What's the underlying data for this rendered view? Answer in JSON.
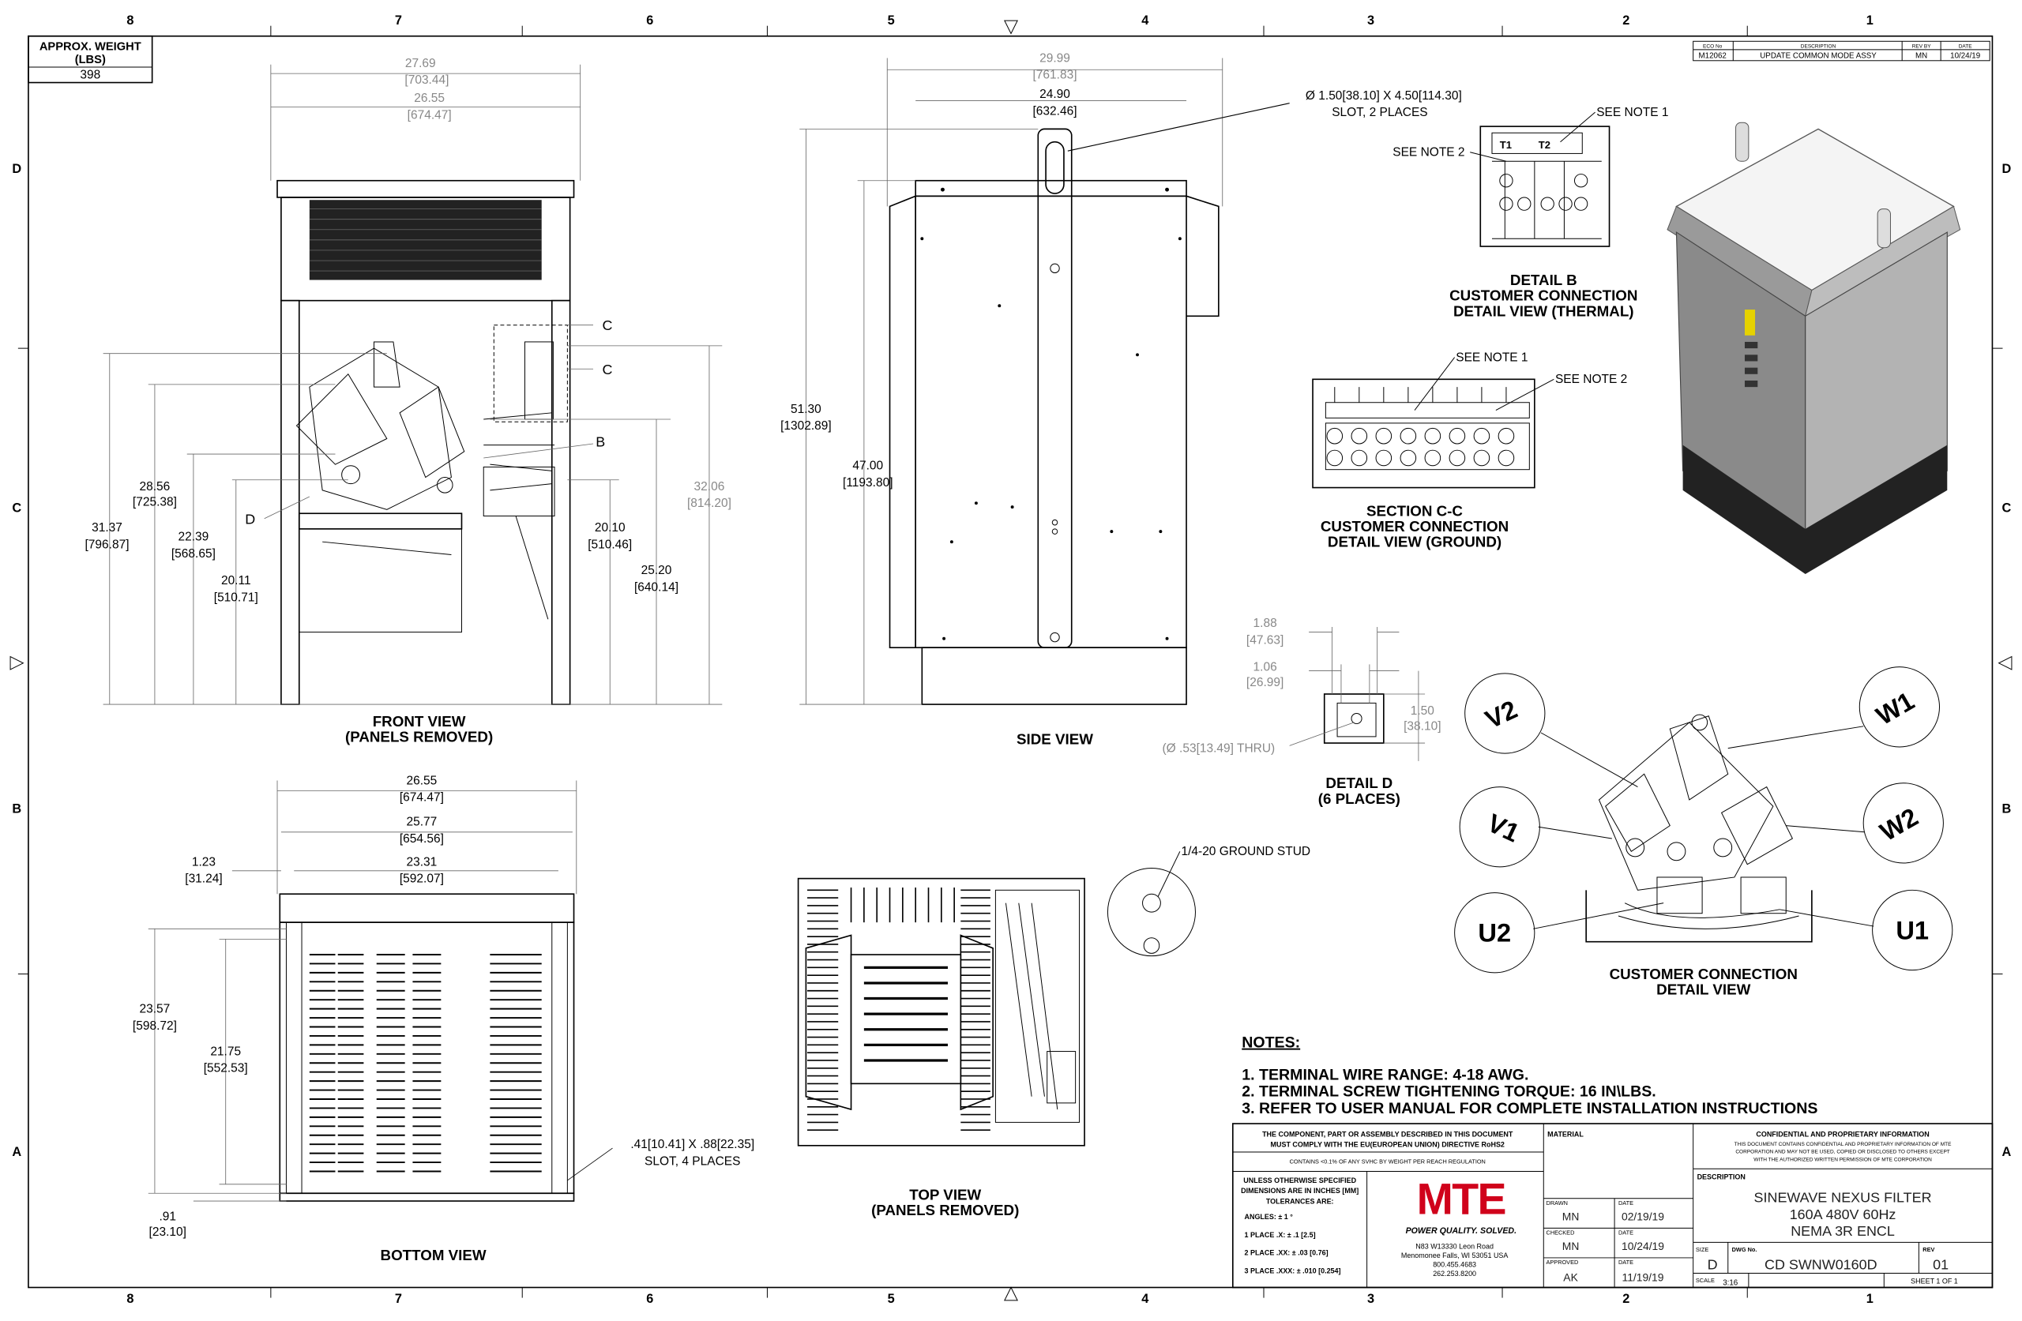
{
  "weight": {
    "label_1": "APPROX. WEIGHT",
    "label_2": "(LBS)",
    "value": "398"
  },
  "zones": {
    "columns": [
      "8",
      "7",
      "6",
      "5",
      "4",
      "3",
      "2",
      "1"
    ],
    "rows": [
      "D",
      "C",
      "B",
      "A"
    ]
  },
  "revision": {
    "headers": {
      "eco": "ECO No",
      "description": "DESCRIPTION",
      "rev_by": "REV BY",
      "date": "DATE"
    },
    "row": {
      "eco": "M12062",
      "description": "UPDATE COMMON MODE ASSY",
      "rev_by": "MN",
      "date": "10/24/19"
    }
  },
  "front_view": {
    "title_1": "FRONT VIEW",
    "title_2": "(PANELS REMOVED)",
    "dims": [
      "27.69",
      "[703.44]",
      "26.55",
      "[674.47]",
      "28.56",
      "[725.38]",
      "31.37",
      "[796.87]",
      "22.39",
      "[568.65]",
      "20.11",
      "[510.71]",
      "20.10",
      "[510.46]",
      "25.20",
      "[640.14]",
      "32.06",
      "[814.20]"
    ],
    "section_labels": [
      "C",
      "C",
      "B",
      "D"
    ]
  },
  "side_view": {
    "title": "SIDE VIEW",
    "dims": [
      "29.99",
      "[761.83]",
      "24.90",
      "[632.46]",
      "51.30",
      "[1302.89]",
      "47.00",
      "[1193.80]"
    ],
    "slot_1": "Ø 1.50[38.10] X 4.50[114.30]",
    "slot_2": "SLOT, 2 PLACES"
  },
  "detail_b": {
    "see_note_1": "SEE NOTE 1",
    "see_note_2": "SEE NOTE 2",
    "t1": "T1",
    "t2": "T2",
    "title_1": "DETAIL B",
    "title_2": "CUSTOMER CONNECTION",
    "title_3": "DETAIL VIEW (THERMAL)"
  },
  "section_cc": {
    "see_note_1": "SEE NOTE 1",
    "see_note_2": "SEE NOTE 2",
    "title_1": "SECTION C-C",
    "title_2": "CUSTOMER CONNECTION",
    "title_3": "DETAIL VIEW (GROUND)"
  },
  "detail_d": {
    "dims": [
      "1.88",
      "[47.63]",
      "1.06",
      "[26.99]",
      "1.50",
      "[38.10]"
    ],
    "thru": "(Ø .53[13.49] THRU)",
    "title_1": "DETAIL D",
    "title_2": "(6 PLACES)"
  },
  "customer_connection": {
    "labels": [
      "V2",
      "W1",
      "V1",
      "W2",
      "U2",
      "U1"
    ],
    "title_1": "CUSTOMER CONNECTION",
    "title_2": "DETAIL VIEW"
  },
  "bottom_view": {
    "title": "BOTTOM VIEW",
    "dims": [
      "26.55",
      "[674.47]",
      "25.77",
      "[654.56]",
      "23.31",
      "[592.07]",
      "1.23",
      "[31.24]",
      "23.57",
      "[598.72]",
      "21.75",
      "[552.53]",
      ".91",
      "[23.10]"
    ],
    "slot_1": ".41[10.41] X .88[22.35]",
    "slot_2": "SLOT, 4 PLACES"
  },
  "top_view": {
    "title_1": "TOP VIEW",
    "title_2": "(PANELS REMOVED)",
    "ground_stud": "1/4-20 GROUND STUD"
  },
  "notes": {
    "heading": "NOTES:",
    "items": [
      "1.  TERMINAL WIRE RANGE: 4-18 AWG.",
      "2.  TERMINAL SCREW TIGHTENING TORQUE: 16 IN\\LBS.",
      "3.  REFER TO USER MANUAL FOR COMPLETE INSTALLATION INSTRUCTIONS"
    ]
  },
  "title_block": {
    "rohs_1": "THE COMPONENT, PART OR ASSEMBLY DESCRIBED IN THIS DOCUMENT",
    "rohs_2": "MUST COMPLY WITH THE EU(EUROPEAN UNION) DIRECTIVE RoHS2",
    "reach": "CONTAINS <0.1% OF ANY SVHC BY WEIGHT PER REACH REGULATION",
    "tol_1": "UNLESS OTHERWISE SPECIFIED",
    "tol_2": "DIMENSIONS ARE IN INCHES [MM]",
    "tol_3": "TOLERANCES ARE:",
    "angles": "ANGLES: ± 1 °",
    "place_1": "1 PLACE .X: ± .1 [2.5]",
    "place_2": "2 PLACE .XX: ± .03 [0.76]",
    "place_3": "3 PLACE .XXX: ± .010 [0.254]",
    "logo": "MTE",
    "slogan": "POWER QUALITY. SOLVED.",
    "address": [
      "N83 W13330 Leon Road",
      "Menomonee Falls, WI 53051 USA",
      "800.455.4683",
      "262.253.8200"
    ],
    "material_label": "MATERIAL",
    "drawn_label": "DRAWN",
    "drawn": "MN",
    "drawn_date_label": "DATE",
    "drawn_date": "02/19/19",
    "checked_label": "CHECKED",
    "checked": "MN",
    "checked_date_label": "DATE",
    "checked_date": "10/24/19",
    "approved_label": "APPROVED",
    "approved": "AK",
    "approved_date_label": "DATE",
    "approved_date": "11/19/19",
    "conf_title": "CONFIDENTIAL AND PROPRIETARY INFORMATION",
    "conf_1": "THIS DOCUMENT CONTAINS CONFIDENTIAL AND PROPRIETARY INFORMATION OF MTE",
    "conf_2": "CORPORATION AND MAY NOT BE USED, COPIED OR DISCLOSED TO OTHERS EXCEPT",
    "conf_3": "WITH THE AUTHORIZED WRITTEN PERMISSION OF MTE CORPORATION",
    "description_label": "DESCRIPTION",
    "description": [
      "SINEWAVE NEXUS FILTER",
      "160A 480V 60Hz",
      "NEMA 3R ENCL"
    ],
    "size_label": "SIZE",
    "size": "D",
    "dwg_label": "DWG No.",
    "dwg": "CD SWNW0160D",
    "rev_label": "REV",
    "rev": "01",
    "scale_label": "SCALE",
    "scale": "3:16",
    "sheet": "SHEET 1  OF 1"
  },
  "colors": {
    "logo_red": "#d0021b",
    "enclosure_gray": "#8a8a8a"
  }
}
